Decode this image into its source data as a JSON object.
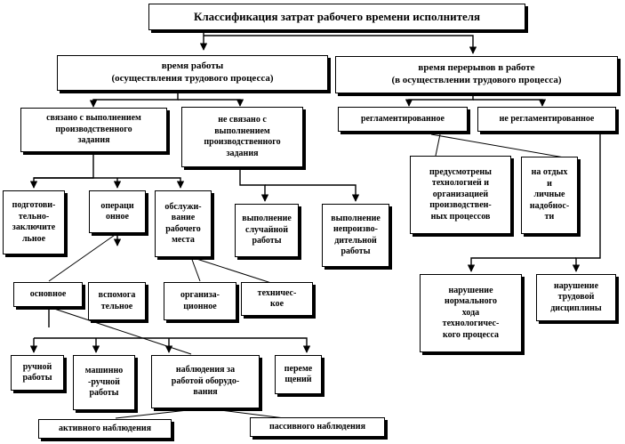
{
  "nodes": {
    "root": "Классификация затрат рабочего времени исполнителя",
    "work_time": "время работы\n(осуществления трудового процесса)",
    "break_time": "время перерывов в работе\n(в осуществлении трудового процесса)",
    "related": "связано с выполнением\nпроизводственного\nзадания",
    "unrelated": "не связано с\nвыполнением\nпроизводственного\nзадания",
    "regulated": "регламентированное",
    "unregulated": "не регламентированное",
    "tech_org": "предусмотрены\nтехнологией и\nорганизацией\nпроизводствен-\nных процессов",
    "rest": "на отдых\nи\nличные\nнадобнос-\nти",
    "prep_final": "подготови-\nтельно-\nзаключите\nльное",
    "operational": "операци\nонное",
    "service": "обслужи-\nвание\nрабочего\nместа",
    "random_work": "выполнение\nслучайной\nработы",
    "nonproductive": "выполнение\nнепроизво-\nдительной\nработы",
    "basic": "основное",
    "auxiliary": "вспомога\nтельное",
    "organizational": "организа-\nционное",
    "technical": "техничес-\nкое",
    "violation_process": "нарушение\nнормального\nхода\nтехнологичес-\nкого процесса",
    "violation_discipline": "нарушение\nтрудовой\nдисциплины",
    "manual": "ручной\nработы",
    "machine_manual": "машинно\n-ручной\nработы",
    "equipment_watch": "наблюдения за\nработой оборудо-\nвания",
    "transitions": "переме\nщений",
    "active_watch": "активного наблюдения",
    "passive_watch": "пассивного наблюдения"
  },
  "colors": {
    "line": "#000000",
    "shadow": "#000000",
    "background": "#ffffff"
  }
}
